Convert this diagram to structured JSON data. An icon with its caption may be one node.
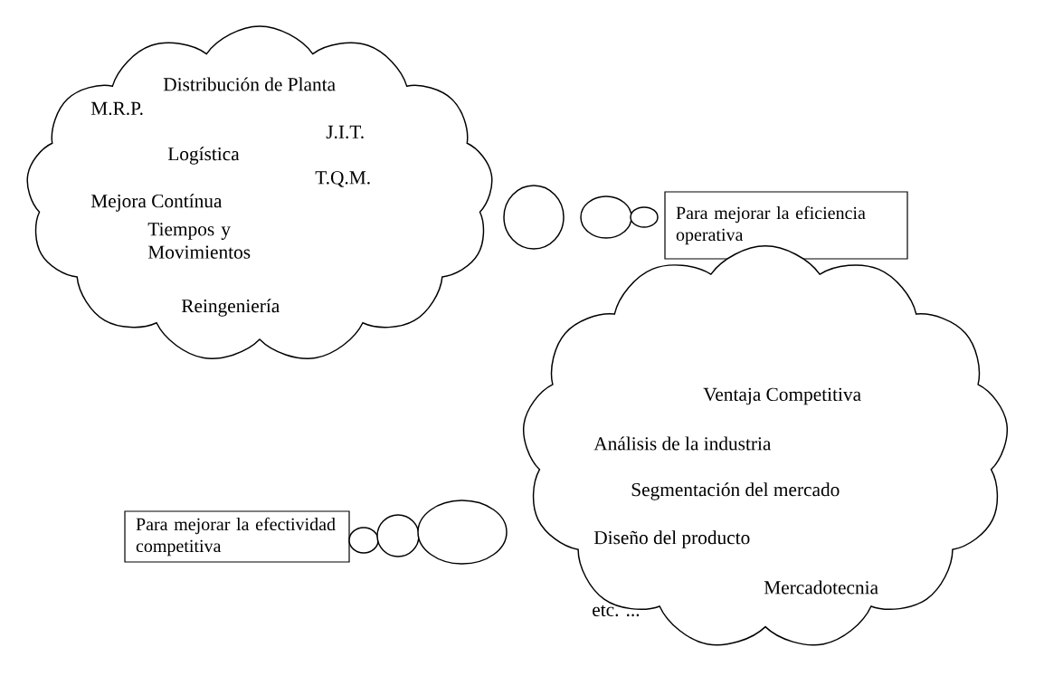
{
  "diagram": {
    "nodes": [
      {
        "text": [
          "Distribución de Planta",
          "M.R.P.",
          "J.I.T.",
          "Logística",
          "T.Q.M.",
          "Mejora Contínua",
          "Tiempos y Movimientos",
          "Reingeniería"
        ]
      },
      {
        "text": [],
        "shape": "ellipse"
      },
      {
        "text": [],
        "shape": "ellipse"
      },
      {
        "text": [],
        "shape": "ellipse"
      },
      {
        "text": [
          "Para mejorar la eficiencia operativa"
        ]
      },
      {
        "text": [
          "Para mejorar la efectividad competitiva"
        ]
      },
      {
        "text": [],
        "shape": "ellipse"
      },
      {
        "text": [],
        "shape": "ellipse"
      },
      {
        "text": [],
        "shape": "ellipse"
      },
      {
        "text": [
          "Ventaja Competitiva",
          "Análisis de la industria",
          "Segmentación del mercado",
          "Diseño del producto",
          "Mercadotecnia",
          "etc. ..."
        ]
      }
    ]
  }
}
